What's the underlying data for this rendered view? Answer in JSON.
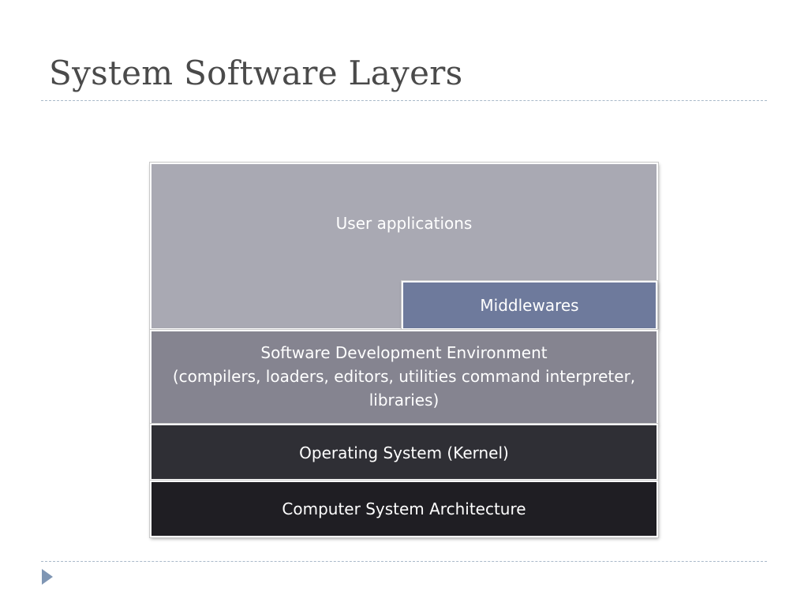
{
  "slide": {
    "title": "System Software Layers"
  },
  "layers": {
    "user_applications": "User applications",
    "middlewares": "Middlewares",
    "software_development_environment": {
      "line1": "Software Development Environment",
      "line2": "(compilers, loaders, editors, utilities command interpreter,",
      "line3": "libraries)"
    },
    "operating_system": "Operating System (Kernel)",
    "computer_system_architecture": "Computer System Architecture"
  },
  "colors": {
    "user_applications": "#a9a9b3",
    "middlewares": "#6e7a9c",
    "software_development_environment": "#858490",
    "operating_system": "#2f2f35",
    "computer_system_architecture": "#1f1e23"
  },
  "icons": {
    "footer_bullet": "play-triangle-icon"
  }
}
